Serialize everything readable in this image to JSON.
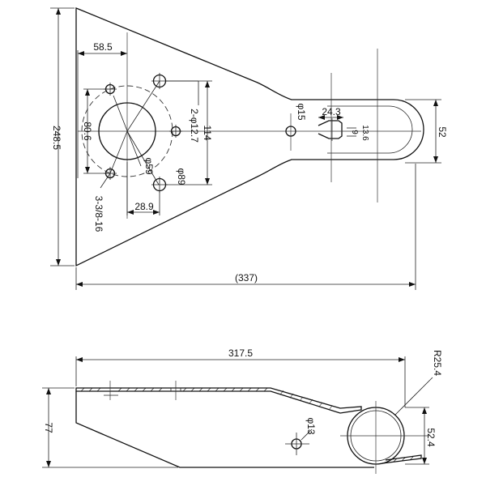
{
  "top_view": {
    "dim_overall_height": "248.5",
    "dim_overall_length": "(337)",
    "dim_bolt_offset": "58.5",
    "dim_bolt_circle": "80.6",
    "dim_holes_2": "2-φ12.7",
    "dim_height_114": "114",
    "dim_center_hole": "φ59",
    "dim_pcd": "φ89",
    "dim_threaded_holes": "3-3/8-16",
    "dim_28_9": "28.9",
    "dim_slot_hole": "φ15",
    "dim_slot_length": "24.3",
    "dim_slot_width_a": "9",
    "dim_slot_width_b": "13.6",
    "dim_eye_width": "52"
  },
  "side_view": {
    "dim_length": "317.5",
    "dim_height": "77",
    "dim_radius": "R25.4",
    "dim_hole": "φ13",
    "dim_eye_dia": "52.4"
  }
}
